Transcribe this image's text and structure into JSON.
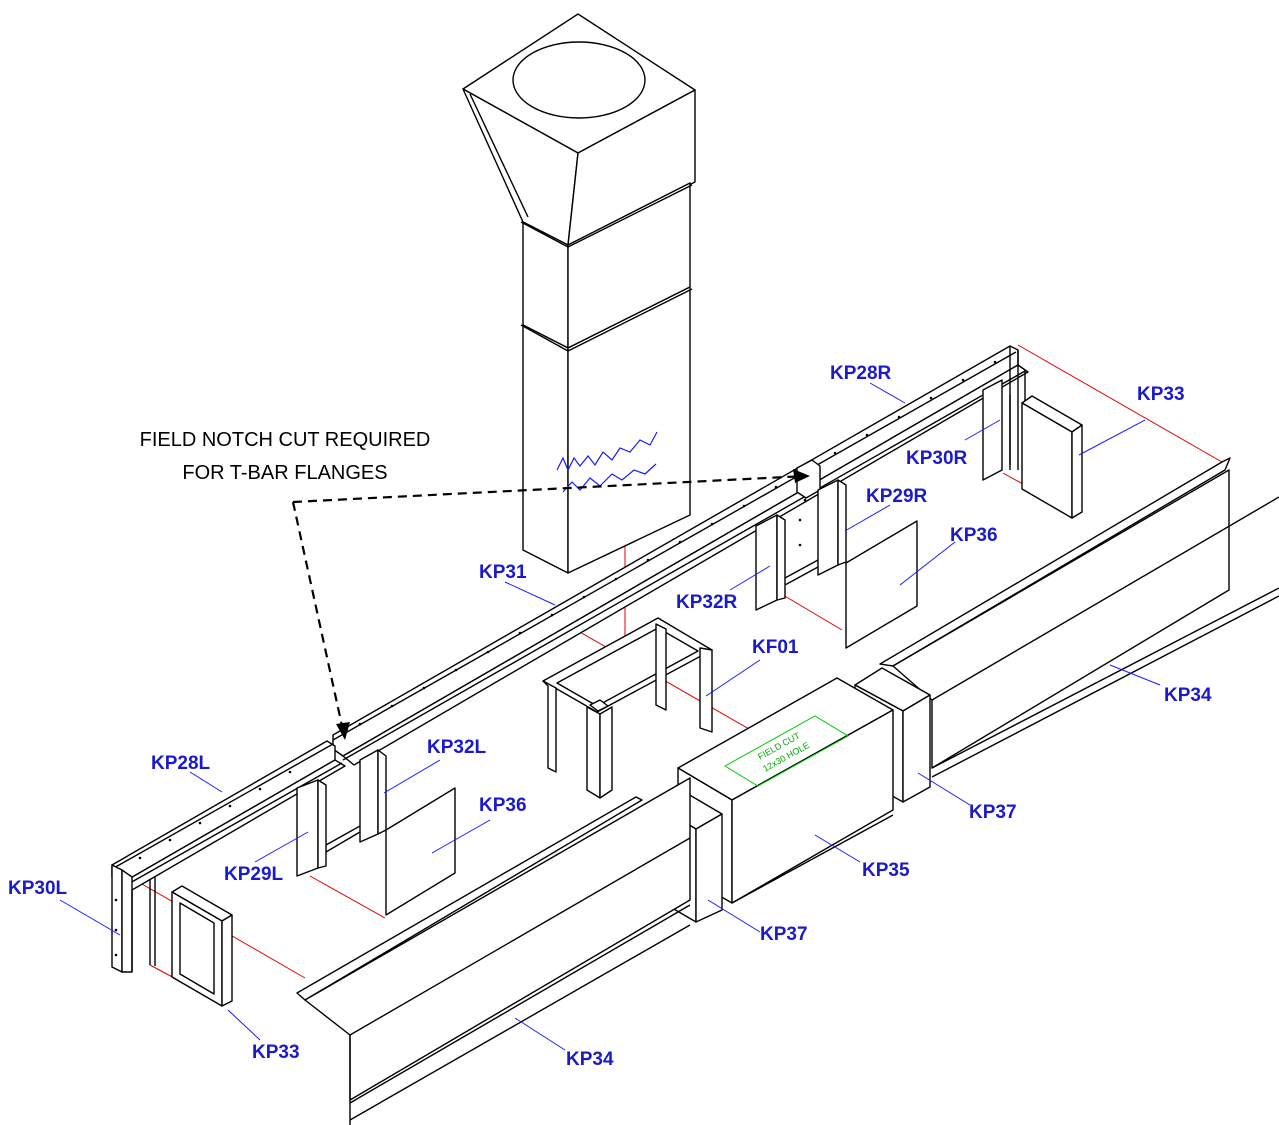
{
  "note": {
    "line1": "FIELD NOTCH CUT REQUIRED",
    "line2": "FOR T-BAR FLANGES"
  },
  "labels": {
    "kp28r": "KP28R",
    "kp33_top": "KP33",
    "kp30r": "KP30R",
    "kp29r": "KP29R",
    "kp36_right": "KP36",
    "kp31": "KP31",
    "kp32r": "KP32R",
    "kf01": "KF01",
    "kp34_right": "KP34",
    "kp32l": "KP32L",
    "kp28l": "KP28L",
    "kp36_left": "KP36",
    "kp37_right": "KP37",
    "kp29l": "KP29L",
    "kp35": "KP35",
    "kp30l": "KP30L",
    "kp37_left": "KP37",
    "kp33_bottom": "KP33",
    "kp34_bottom": "KP34"
  },
  "field_cut": {
    "line1": "FIELD CUT",
    "line2": "12x30 HOLE"
  },
  "colors": {
    "label": "#1a1acc",
    "leader": "#1a1aff",
    "centerline": "#e60000",
    "field_cut": "#00cc00"
  }
}
